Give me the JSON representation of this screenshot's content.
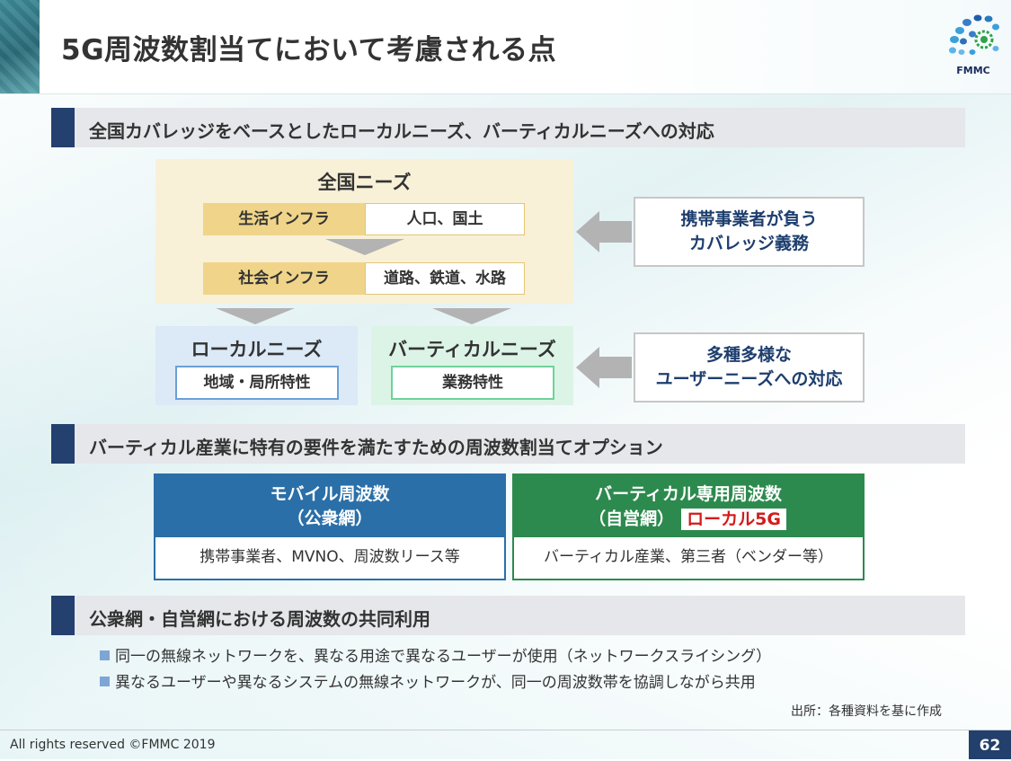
{
  "header": {
    "title": "5G周波数割当てにおいて考慮される点",
    "logo_text": "FMMC"
  },
  "section1": {
    "heading": "全国カバレッジをベースとしたローカルニーズ、バーティカルニーズへの対応",
    "national": {
      "title": "全国ニーズ",
      "rows": [
        {
          "label": "生活インフラ",
          "value": "人口、国土"
        },
        {
          "label": "社会インフラ",
          "value": "道路、鉄道、水路"
        }
      ]
    },
    "local": {
      "title": "ローカルニーズ",
      "sub": "地域・局所特性"
    },
    "vertical": {
      "title": "バーティカルニーズ",
      "sub": "業務特性"
    },
    "side_boxes": [
      {
        "line1": "携帯事業者が負う",
        "line2": "カバレッジ義務"
      },
      {
        "line1": "多種多様な",
        "line2": "ユーザーニーズへの対応"
      }
    ]
  },
  "section2": {
    "heading": "バーティカル産業に特有の要件を満たすための周波数割当てオプション",
    "mobile": {
      "line1": "モバイル周波数",
      "line2": "（公衆網）",
      "body": "携帯事業者、MVNO、周波数リース等"
    },
    "vertical": {
      "line1": "バーティカル専用周波数",
      "line2": "（自営網）",
      "badge": "ローカル5G",
      "body": "バーティカル産業、第三者（ベンダー等）"
    }
  },
  "section3": {
    "heading": "公衆網・自営網における周波数の共同利用",
    "bullets": [
      "同一の無線ネットワークを、異なる用途で異なるユーザーが使用（ネットワークスライシング）",
      "異なるユーザーや異なるシステムの無線ネットワークが、同一の周波数帯を協調しながら共用"
    ]
  },
  "source": "出所：各種資料を基に作成",
  "footer": {
    "copyright": "All rights reserved ©FMMC 2019",
    "page_number": "62"
  },
  "colors": {
    "navy": "#23406e",
    "blue": "#2a6fa8",
    "green": "#2d8a4e",
    "badge_red": "#d31b1b"
  }
}
